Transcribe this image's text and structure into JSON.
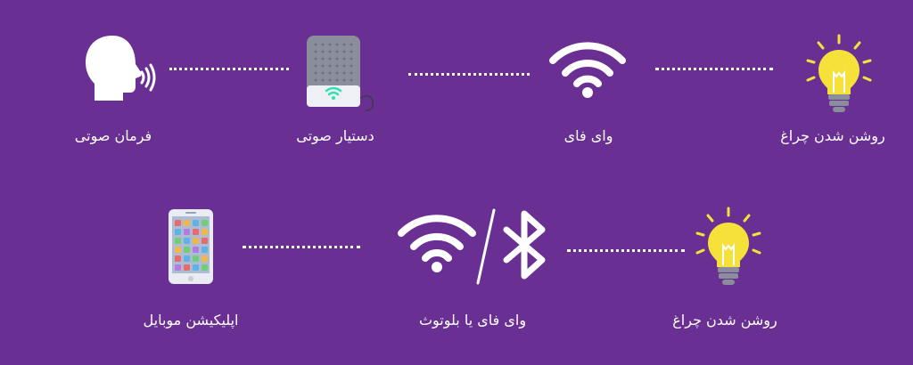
{
  "colors": {
    "background": "#6a2f92",
    "bulb": "#f5e13a",
    "line": "#ffffff",
    "speaker_body": "#8a8d9b",
    "speaker_light": "#2be2b0"
  },
  "row1": {
    "voice_command": {
      "label": "فرمان صوتی",
      "icon": "speaking-head-icon"
    },
    "voice_assistant": {
      "label": "دستیار صوتی",
      "icon": "smart-speaker-icon"
    },
    "wifi": {
      "label": "وای فای",
      "icon": "wifi-icon"
    },
    "light_on": {
      "label": "روشن شدن چراغ",
      "icon": "light-bulb-icon"
    }
  },
  "row2": {
    "mobile_app": {
      "label": "اپلیکیشن موبایل",
      "icon": "smartphone-icon"
    },
    "wifi_or_bluetooth": {
      "label": "وای فای یا بلوتوث",
      "icon": "wifi-bluetooth-icon"
    },
    "light_on": {
      "label": "روشن شدن چراغ",
      "icon": "light-bulb-icon"
    }
  }
}
